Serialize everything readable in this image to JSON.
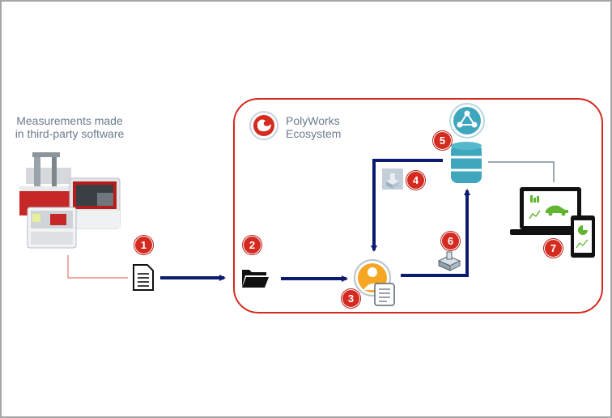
{
  "measurement_caption": "Measurements made in third-party software",
  "ecosystem_title": "PolyWorks Ecosystem",
  "steps": {
    "s1": "1",
    "s2": "2",
    "s3": "3",
    "s4": "4",
    "s5": "5",
    "s6": "6",
    "s7": "7"
  },
  "colors": {
    "accent_red": "#d42a20",
    "arrow_navy": "#0d1b6e",
    "connector_red": "#e05b4f",
    "caption_gray": "#6b7b8c",
    "database_teal": "#3ea6bd"
  },
  "icons": [
    "cmm-machines-image",
    "document-icon",
    "folder-open-icon",
    "inspector-user-icon",
    "database-icon",
    "hub-icon",
    "part-model-icon",
    "laptop-dashboard-icon",
    "tablet-dashboard-icon",
    "polyworks-logo"
  ]
}
